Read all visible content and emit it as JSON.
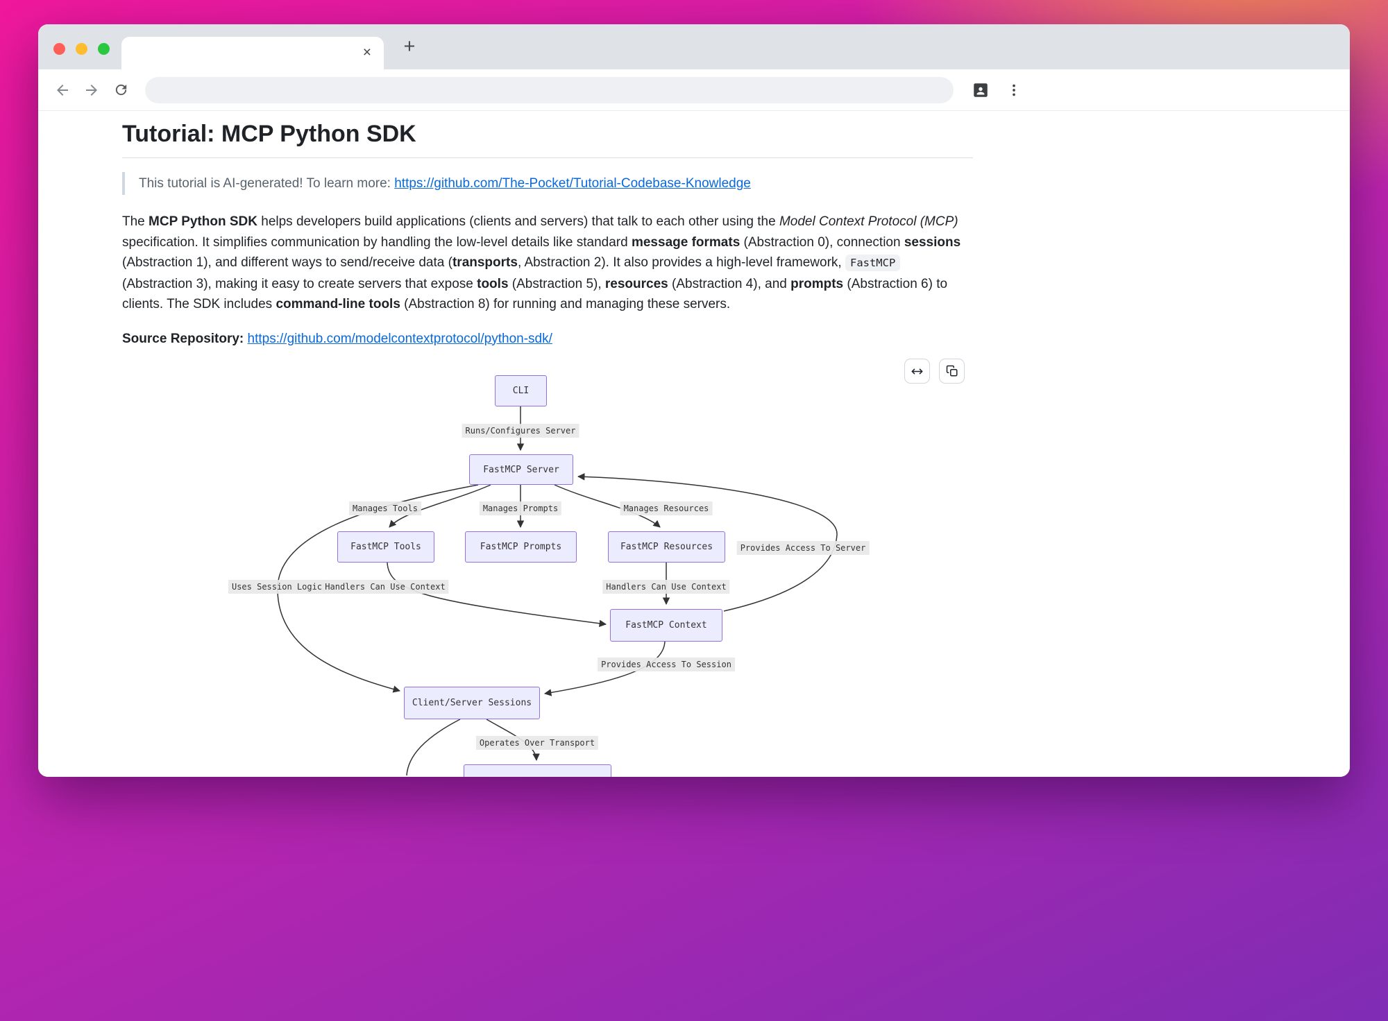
{
  "browser": {
    "tab_close": "×",
    "new_tab": "+",
    "url": ""
  },
  "page": {
    "title": "Tutorial: MCP Python SDK",
    "notice_text": "This tutorial is AI-generated! To learn more: ",
    "notice_link": "https://github.com/The-Pocket/Tutorial-Codebase-Knowledge",
    "intro": {
      "s1": "The ",
      "s2": "MCP Python SDK",
      "s3": " helps developers build applications (clients and servers) that talk to each other using the ",
      "s4": "Model Context Protocol (MCP)",
      "s5": " specification. It simplifies communication by handling the low-level details like standard ",
      "s6": "message formats",
      "s7": " (Abstraction 0), connection ",
      "s8": "sessions",
      "s9": " (Abstraction 1), and different ways to send/receive data (",
      "s10": "transports",
      "s11": ", Abstraction 2). It also provides a high-level framework, ",
      "s12": "FastMCP",
      "s13": " (Abstraction 3), making it easy to create servers that expose ",
      "s14": "tools",
      "s15": " (Abstraction 5), ",
      "s16": "resources",
      "s17": " (Abstraction 4), and ",
      "s18": "prompts",
      "s19": " (Abstraction 6) to clients. The SDK includes ",
      "s20": "command-line tools",
      "s21": " (Abstraction 8) for running and managing these servers."
    },
    "source_label": "Source Repository: ",
    "source_link": "https://github.com/modelcontextprotocol/python-sdk/"
  },
  "diagram": {
    "colors": {
      "node_fill": "#ECECFF",
      "node_border": "#9370DB",
      "edge_label_bg": "#e8e8e8",
      "edge_stroke": "#333333"
    },
    "nodes": {
      "cli": "CLI",
      "server": "FastMCP Server",
      "tools": "FastMCP Tools",
      "prompts": "FastMCP Prompts",
      "resources": "FastMCP Resources",
      "context": "FastMCP Context",
      "sessions": "Client/Server Sessions"
    },
    "edge_labels": {
      "runs": "Runs/Configures Server",
      "manages_tools": "Manages Tools",
      "manages_prompts": "Manages Prompts",
      "manages_resources": "Manages Resources",
      "provides_server": "Provides Access To Server",
      "uses_session": "Uses Session Logic",
      "handlers_left": "Handlers Can Use Context",
      "handlers_right": "Handlers Can Use Context",
      "provides_session": "Provides Access To Session",
      "operates": "Operates Over Transport"
    }
  }
}
